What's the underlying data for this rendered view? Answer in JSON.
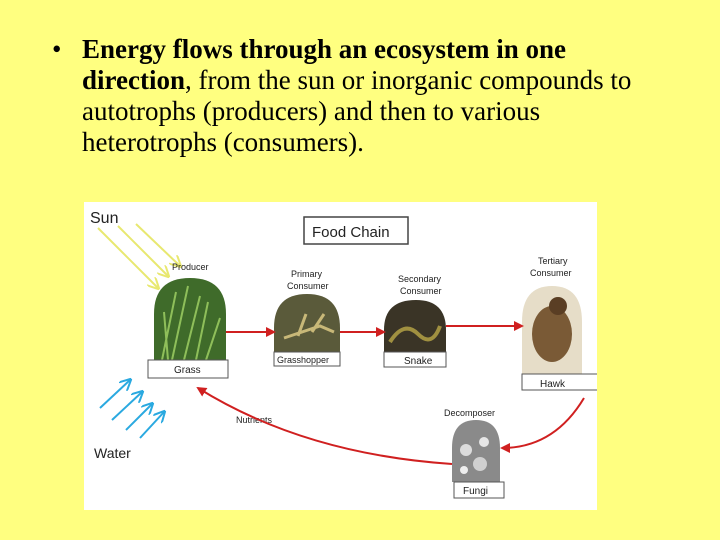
{
  "slide": {
    "bullet": "•",
    "bold_text": "Energy flows through an ecosystem in one direction",
    "rest_text": ", from the sun or inorganic compounds to autotrophs (producers) and then to various heterotrophs (consumers)."
  },
  "diagram": {
    "title": "Food Chain",
    "sun_label": "Sun",
    "water_label": "Water",
    "nutrients_label": "Nutrients",
    "producer_label": "Producer",
    "primary_label_1": "Primary",
    "primary_label_2": "Consumer",
    "secondary_label_1": "Secondary",
    "secondary_label_2": "Consumer",
    "tertiary_label_1": "Tertiary",
    "tertiary_label_2": "Consumer",
    "decomposer_label": "Decomposer",
    "grass_name": "Grass",
    "grasshopper_name": "Grasshopper",
    "snake_name": "Snake",
    "hawk_name": "Hawk",
    "fungi_name": "Fungi",
    "colors": {
      "sun_rays": "#e8e870",
      "water_arrows": "#2aa9e0",
      "flow_arrows": "#d02020",
      "background": "#ffff80"
    }
  }
}
